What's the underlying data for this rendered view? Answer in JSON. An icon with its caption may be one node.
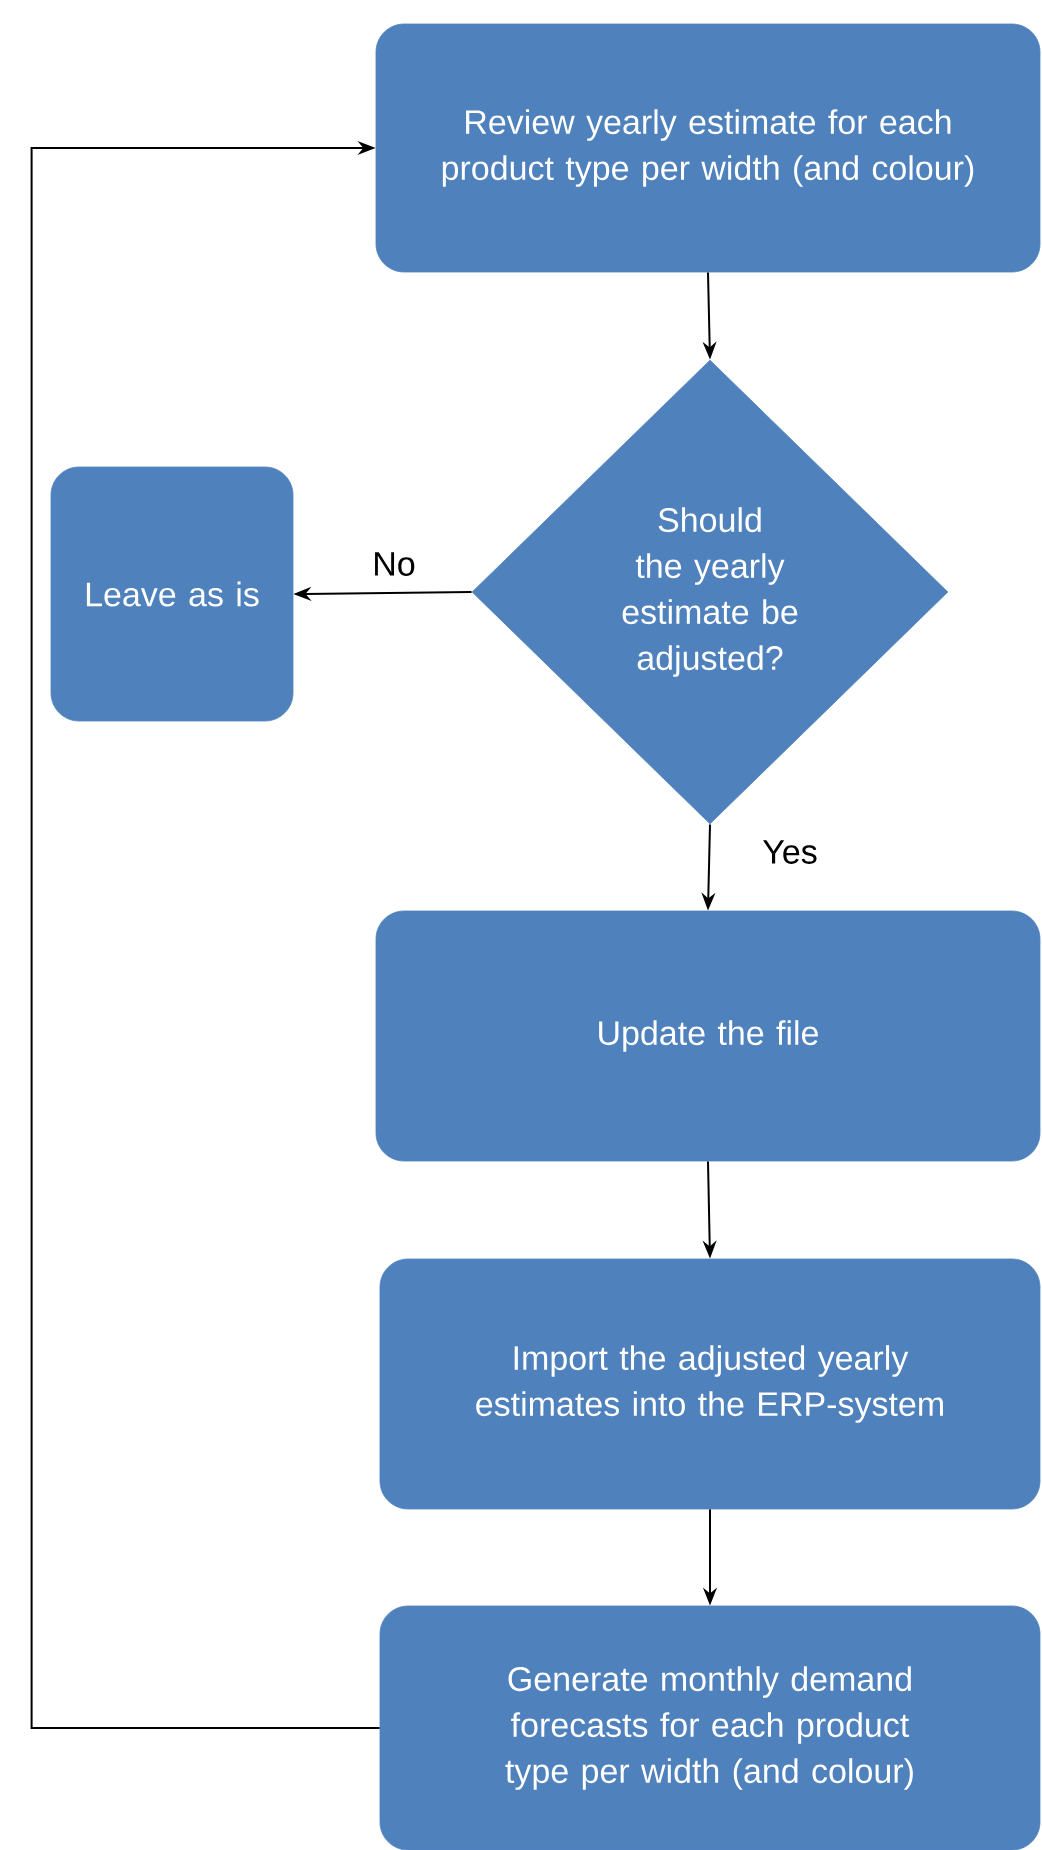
{
  "diagram": {
    "nodes": [
      {
        "text": [
          "Review yearly estimate for each product type per width (and colour)"
        ]
      },
      {
        "text": [
          "Should the yearly estimate be adjusted?"
        ]
      },
      {
        "text": [
          "Leave as is"
        ]
      },
      {
        "text": [
          "Update the file"
        ]
      },
      {
        "text": [
          "Import the adjusted yearly estimates into the ERP-system"
        ]
      },
      {
        "text": [
          "Generate monthly demand forecasts for each product type per width (and colour)"
        ]
      }
    ],
    "edges": [
      {
        "from": 0,
        "to": 1,
        "arrow": "to"
      },
      {
        "from": 1,
        "to": 2,
        "arrow": "to",
        "label": "No"
      },
      {
        "from": 1,
        "to": 3,
        "arrow": "to",
        "label": "Yes"
      },
      {
        "from": 3,
        "to": 4,
        "arrow": "to"
      },
      {
        "from": 4,
        "to": 5,
        "arrow": "to"
      },
      {
        "from": 5,
        "to": 0,
        "arrow": "to"
      }
    ]
  }
}
